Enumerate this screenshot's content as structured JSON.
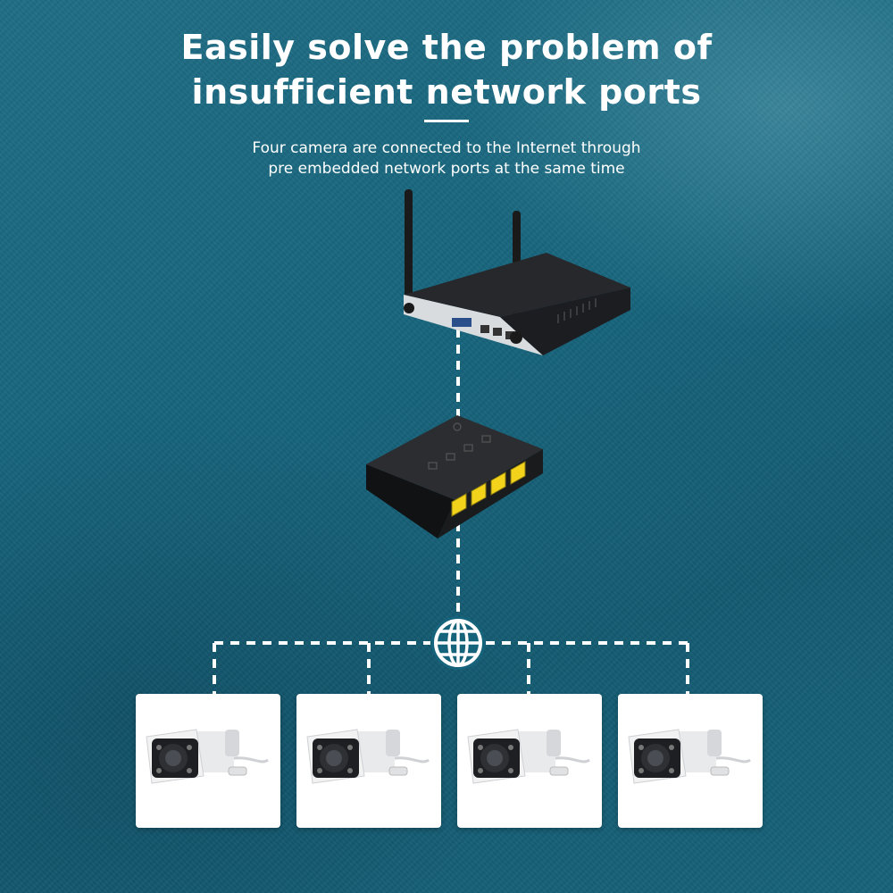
{
  "heading": {
    "line1": "Easily solve the problem of",
    "line2": "insufficient network ports"
  },
  "description": {
    "line1": "Four camera are connected to the Internet through",
    "line2": "pre embedded network ports at the same time"
  },
  "icons": {
    "recorder": "nvr-recorder-icon",
    "splitter": "poe-splitter-icon",
    "internet": "globe-icon",
    "camera": "bullet-camera-icon"
  },
  "colors": {
    "background": "#16647c",
    "text": "#ffffff",
    "connector": "#ffffff",
    "port": "#f2d21b"
  },
  "cameras": [
    {
      "id": 1
    },
    {
      "id": 2
    },
    {
      "id": 3
    },
    {
      "id": 4
    }
  ]
}
